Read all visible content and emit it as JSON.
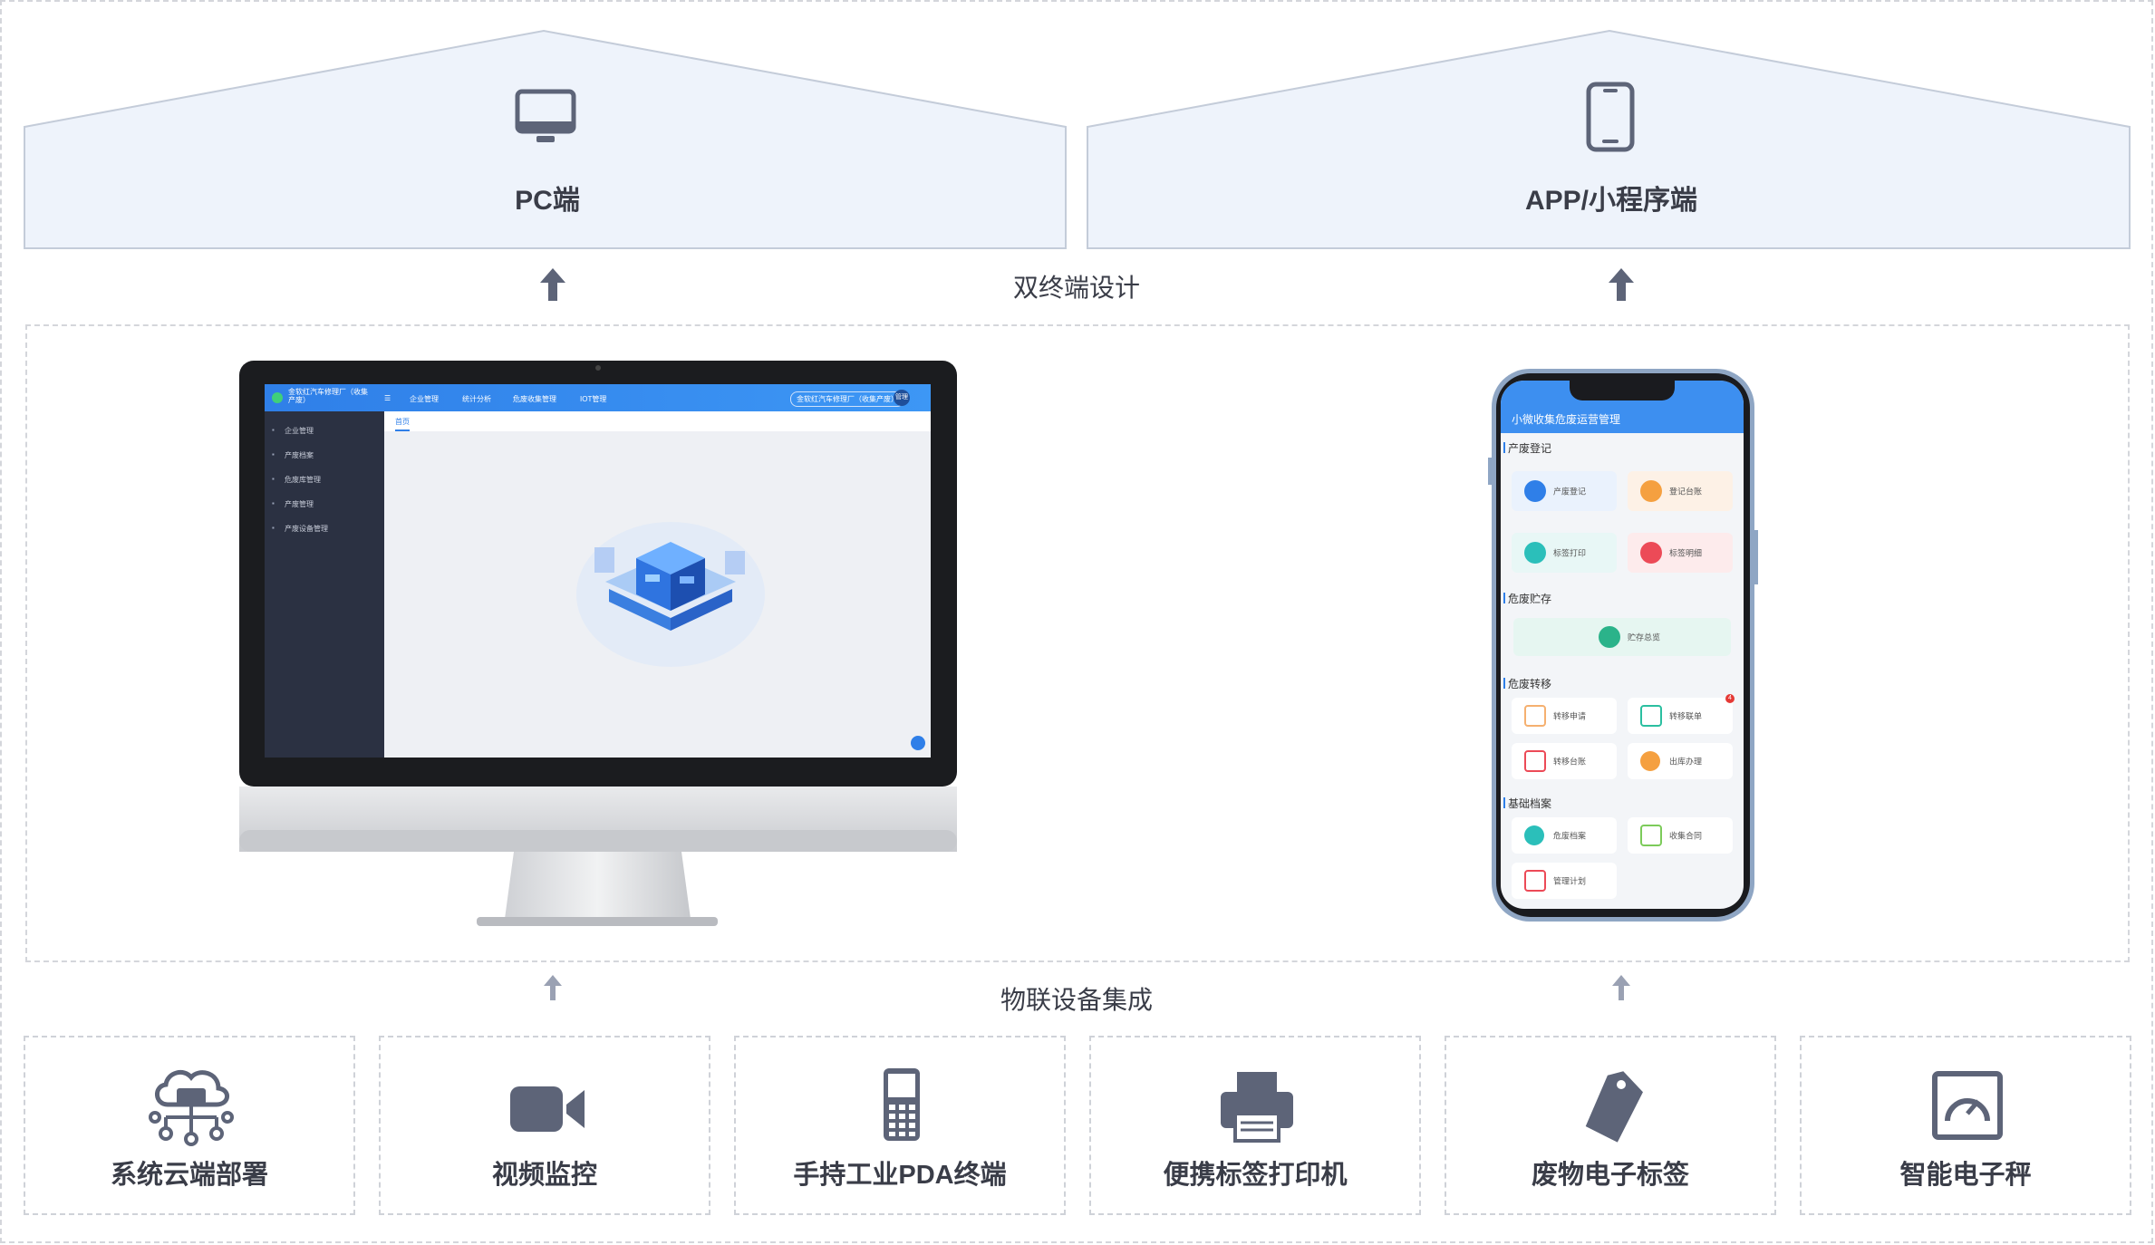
{
  "pc_section": {
    "title": "PC端"
  },
  "app_section": {
    "title": "APP/小程序端"
  },
  "labels": {
    "dual_terminal": "双终端设计",
    "iot": "物联设备集成"
  },
  "pc_app": {
    "logo_text": "金软红汽车修理厂（收集产废）",
    "menu": [
      "企业管理",
      "统计分析",
      "危废收集管理",
      "IOT管理"
    ],
    "user_pill": "金软红汽车修理厂（收集产废）",
    "avatar": "管理",
    "sidebar": [
      "企业管理",
      "产废档案",
      "危废库管理",
      "产废管理",
      "产废设备管理"
    ],
    "tab": "首页"
  },
  "phone_app": {
    "title": "小微收集危废运营管理",
    "badge": "4",
    "sections": [
      {
        "title": "产废登记",
        "items": [
          "产废登记",
          "登记台账",
          "标签打印",
          "标签明细"
        ]
      },
      {
        "title": "危废贮存",
        "items": [
          "贮存总览"
        ]
      },
      {
        "title": "危废转移",
        "items": [
          "转移申请",
          "转移联单",
          "转移台账",
          "出库办理"
        ]
      },
      {
        "title": "基础档案",
        "items": [
          "危废档案",
          "收集合同",
          "管理计划"
        ]
      }
    ]
  },
  "devices": [
    {
      "label": "系统云端部署",
      "icon": "cloud-network-icon"
    },
    {
      "label": "视频监控",
      "icon": "video-camera-icon"
    },
    {
      "label": "手持工业PDA终端",
      "icon": "pda-handheld-icon"
    },
    {
      "label": "便携标签打印机",
      "icon": "printer-icon"
    },
    {
      "label": "废物电子标签",
      "icon": "tag-icon"
    },
    {
      "label": "智能电子秤",
      "icon": "scale-icon"
    }
  ],
  "colors": {
    "accent": "#2f7fe8",
    "roof_fill": "#eef3fb",
    "icon_gray": "#5d6478",
    "text_dark": "#3a3d48"
  }
}
